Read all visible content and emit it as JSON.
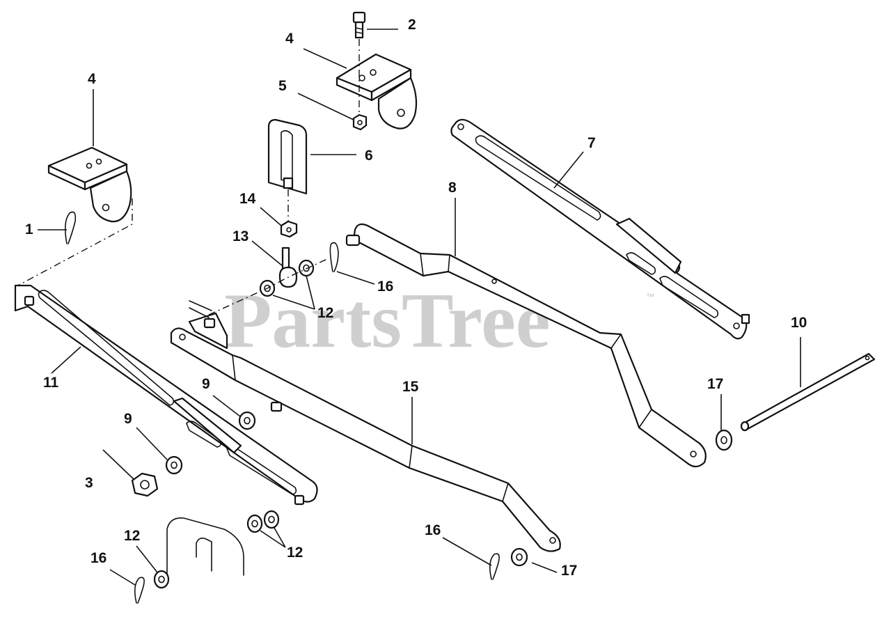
{
  "watermark": {
    "text": "PartsTree",
    "trademark": "™"
  },
  "callouts": {
    "c1": "1",
    "c2": "2",
    "c3": "3",
    "c4a": "4",
    "c4b": "4",
    "c5": "5",
    "c6": "6",
    "c7": "7",
    "c8": "8",
    "c9a": "9",
    "c9b": "9",
    "c10": "10",
    "c11": "11",
    "c12a": "12",
    "c12b": "12",
    "c12c": "12",
    "c13": "13",
    "c14": "14",
    "c15": "15",
    "c16a": "16",
    "c16b": "16",
    "c16c": "16",
    "c17a": "17",
    "c17b": "17"
  }
}
